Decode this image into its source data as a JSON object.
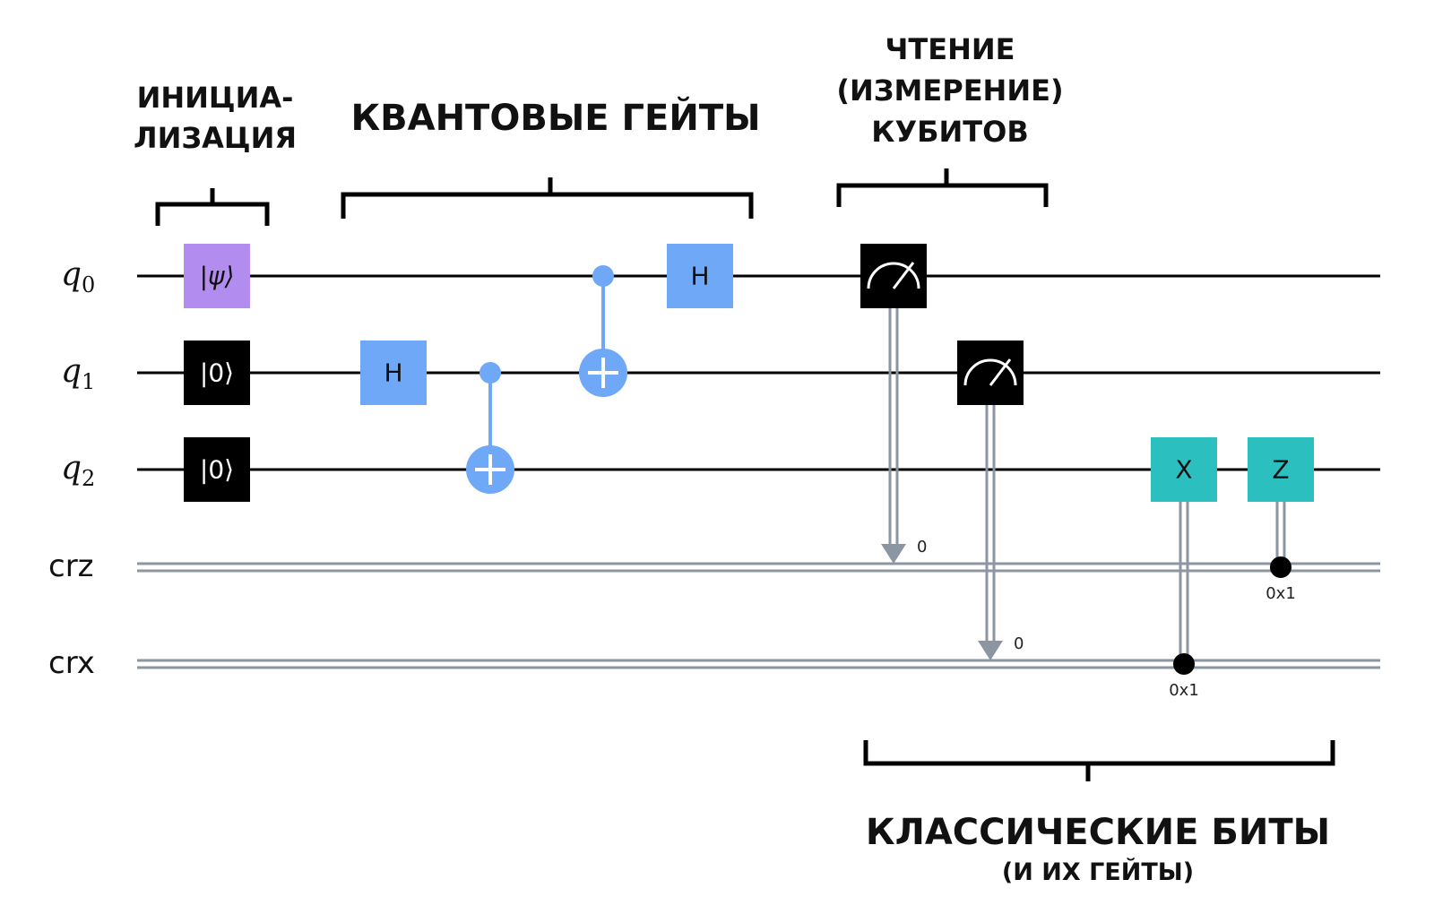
{
  "annotations": {
    "initialization": [
      "ИНИЦИА-",
      "ЛИЗАЦИЯ"
    ],
    "quantum_gates": "КВАНТОВЫЕ ГЕЙТЫ",
    "measurement": [
      "ЧТЕНИЕ",
      "(ИЗМЕРЕНИЕ)",
      "КУБИТОВ"
    ],
    "classical_bits": "КЛАССИЧЕСКИЕ БИТЫ",
    "classical_bits_sub": "(И ИХ ГЕЙТЫ)"
  },
  "wires": {
    "q0": {
      "name": "q",
      "index": "0"
    },
    "q1": {
      "name": "q",
      "index": "1"
    },
    "q2": {
      "name": "q",
      "index": "2"
    },
    "crz": "crz",
    "crx": "crx"
  },
  "gates": {
    "psi": "|ψ⟩",
    "init_zero": "|0⟩",
    "h": "H",
    "x": "X",
    "z": "Z"
  },
  "measure_bits": {
    "m0": "0",
    "m1": "0"
  },
  "conditions": {
    "z_cond": "0x1",
    "x_cond": "0x1"
  },
  "colors": {
    "psi_gate": "#b38cf0",
    "h_gate": "#6fa8f7",
    "cnot": "#6fa8f7",
    "classical_gate": "#2bbfbf",
    "measure_gate": "#000000",
    "classical_wire": "#8c96a2",
    "quantum_wire": "#000000"
  }
}
